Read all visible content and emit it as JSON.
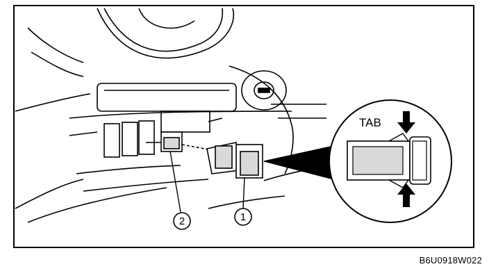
{
  "diagram": {
    "inset_label": "TAB",
    "callouts": [
      {
        "id": "1"
      },
      {
        "id": "2"
      }
    ],
    "figure_code": "B6U0918W022"
  },
  "colors": {
    "ink": "#000000",
    "paper": "#ffffff",
    "shade": "#d9d9d9"
  }
}
